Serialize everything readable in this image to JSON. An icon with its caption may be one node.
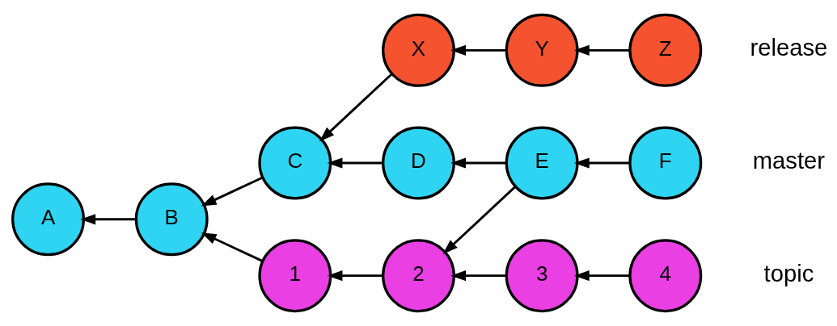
{
  "diagram": {
    "nodes": [
      {
        "text": [
          "X"
        ]
      },
      {
        "text": [
          "Y"
        ]
      },
      {
        "text": [
          "Z"
        ]
      },
      {
        "text": [
          "A"
        ]
      },
      {
        "text": [
          "B"
        ]
      },
      {
        "text": [
          "C"
        ]
      },
      {
        "text": [
          "D"
        ]
      },
      {
        "text": [
          "E"
        ]
      },
      {
        "text": [
          "F"
        ]
      },
      {
        "text": [
          "1"
        ]
      },
      {
        "text": [
          "2"
        ]
      },
      {
        "text": [
          "3"
        ]
      },
      {
        "text": [
          "4"
        ]
      }
    ],
    "edges": [
      {
        "from": 1,
        "to": 0,
        "arrow": "to"
      },
      {
        "from": 2,
        "to": 1,
        "arrow": "to"
      },
      {
        "from": 0,
        "to": 5,
        "arrow": "to"
      },
      {
        "from": 4,
        "to": 3,
        "arrow": "to"
      },
      {
        "from": 5,
        "to": 4,
        "arrow": "to"
      },
      {
        "from": 6,
        "to": 5,
        "arrow": "to"
      },
      {
        "from": 7,
        "to": 6,
        "arrow": "to"
      },
      {
        "from": 8,
        "to": 7,
        "arrow": "to"
      },
      {
        "from": 7,
        "to": 10,
        "arrow": "to"
      },
      {
        "from": 9,
        "to": 4,
        "arrow": "to"
      },
      {
        "from": 10,
        "to": 9,
        "arrow": "to"
      },
      {
        "from": 11,
        "to": 10,
        "arrow": "to"
      },
      {
        "from": 12,
        "to": 11,
        "arrow": "to"
      }
    ],
    "labels": [
      "release",
      "master",
      "topic"
    ]
  }
}
